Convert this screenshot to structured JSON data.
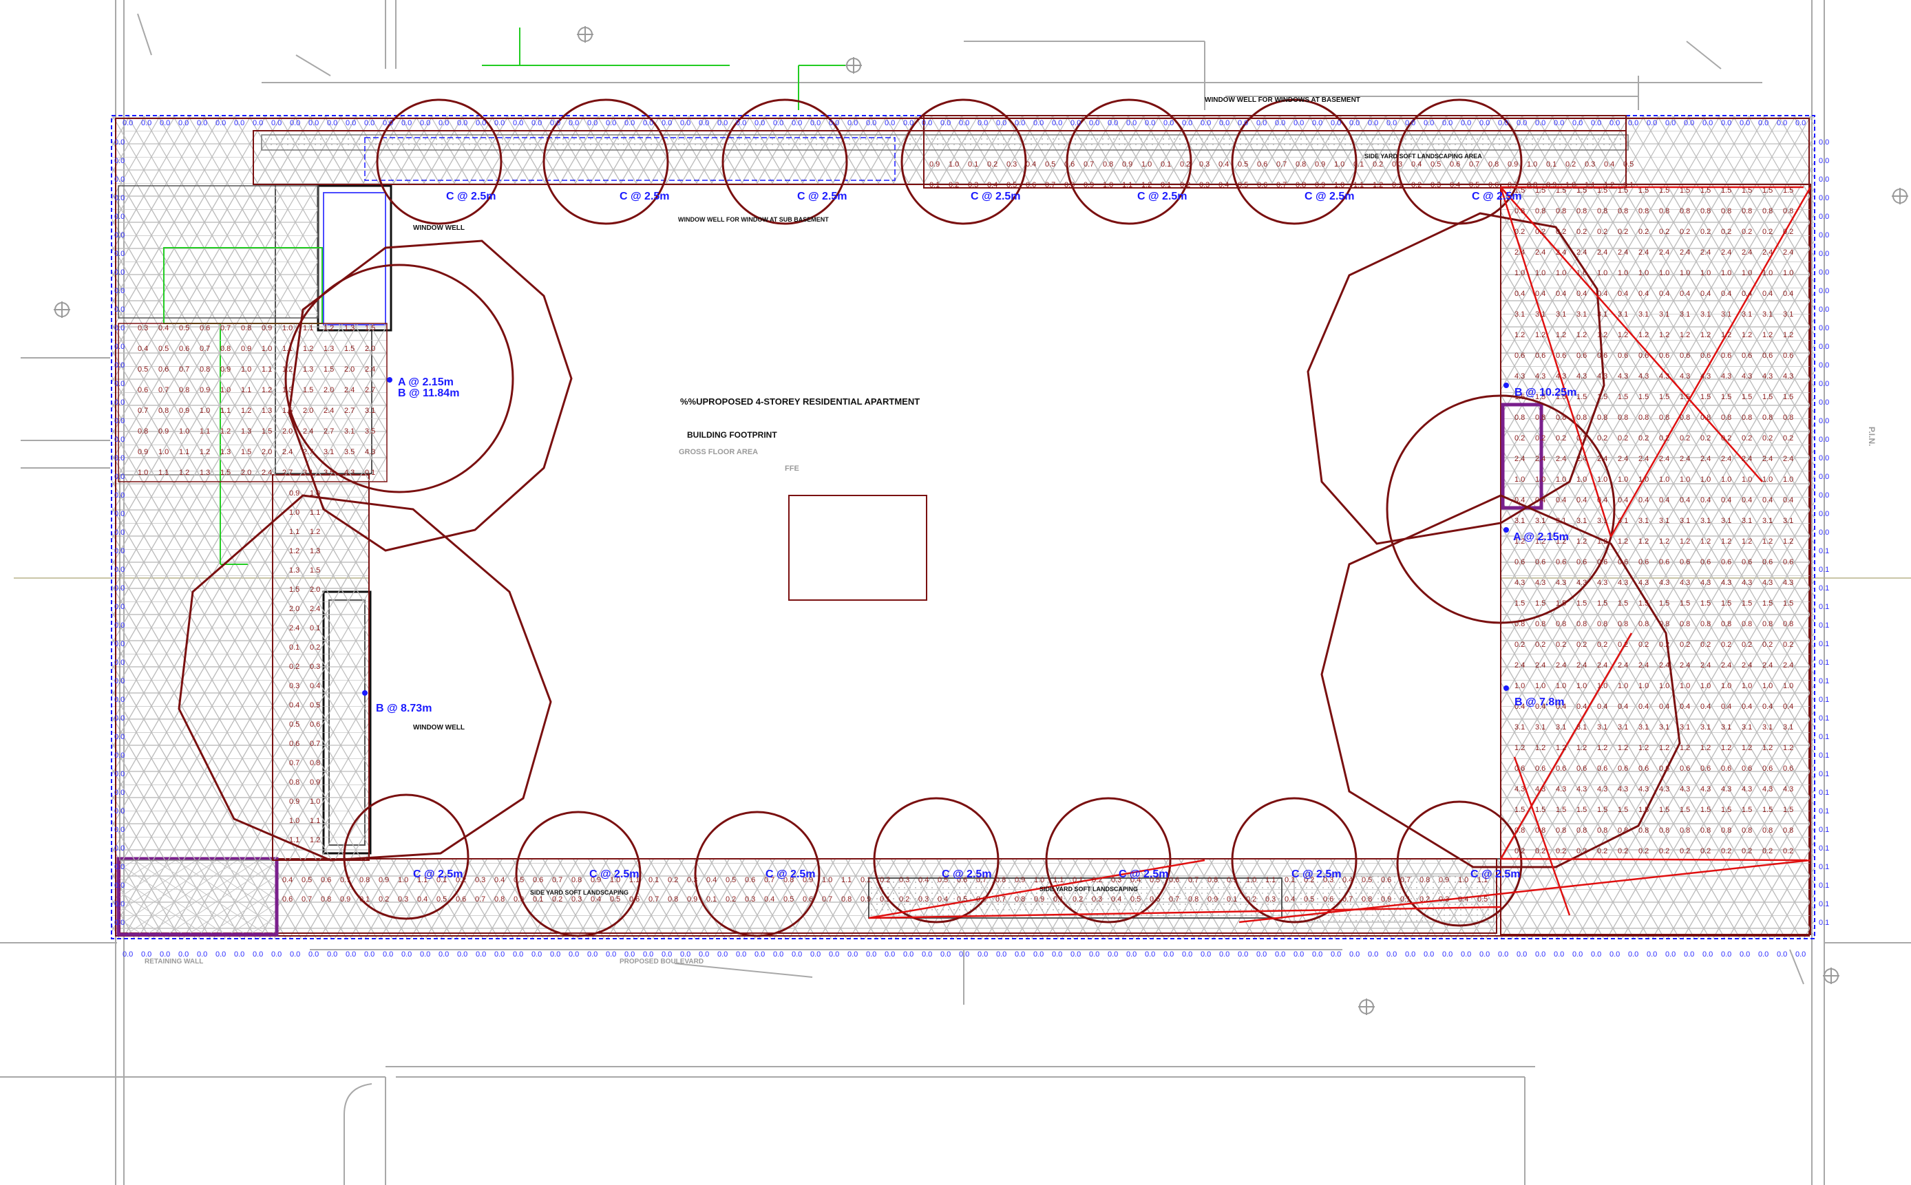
{
  "title": "%%UPROPOSED 4-STOREY RESIDENTIAL APARTMENT",
  "subtitle_lines": [
    "BUILDING FOOTPRINT",
    "GROSS FLOOR AREA",
    "FFE"
  ],
  "tree_labels": [
    "C @ 2.5m",
    "C @ 2.5m",
    "C @ 2.5m",
    "C @ 2.5m",
    "C @ 2.5m",
    "C @ 2.5m",
    "C @ 2.5m",
    "C @ 2.5m",
    "C @ 2.5m",
    "C @ 2.5m",
    "C @ 2.5m",
    "C @ 2.5m",
    "C @ 2.5m",
    "C @ 2.5m"
  ],
  "pole_labels": {
    "west_upper_a": "A @ 2.15m",
    "west_upper_b": "B @ 11.84m",
    "west_lower": "B @ 8.73m",
    "east_upper": "B @ 10.25m",
    "east_mid": "A @ 2.15m",
    "east_lower": "B @ 7.8m"
  },
  "notes": {
    "window_well_west": "WINDOW WELL",
    "window_well_top": "WINDOW WELL FOR WINDOW AT SUB BASEMENT",
    "window_well_north": "WINDOW WELL FOR WINDOWS AT BASEMENT",
    "side_yard_south_1": "SIDE YARD SOFT LANDSCAPING",
    "side_yard_south_2": "SIDE YARD SOFT LANDSCAPING",
    "side_yard_north": "SIDE YARD SOFT LANDSCAPING AREA",
    "retaining_wall": "RETAINING WALL",
    "proposed_boulevard": "PROPOSED BOULEVARD",
    "property_line_label": "P.I.N."
  },
  "lux_values": {
    "red": [
      "0.1",
      "0.2",
      "0.3",
      "0.4",
      "0.5",
      "0.6",
      "0.7",
      "0.8",
      "0.9",
      "1.0",
      "1.1",
      "1.2",
      "1.3",
      "1.5",
      "2.0",
      "2.4",
      "2.7",
      "3.1",
      "3.5",
      "4.3"
    ],
    "blue": [
      "0.0",
      "0.1"
    ]
  },
  "colors": {
    "tree_outline": "#7a1010",
    "light_pole_ray": "#e01010",
    "lux_red": "#8b1a1a",
    "lux_blue": "#2a2aff",
    "grid_grey": "#bdbdbd",
    "label_blue": "#1a1aff",
    "green_line": "#22cc22",
    "purple_box": "#7a1f8c"
  }
}
